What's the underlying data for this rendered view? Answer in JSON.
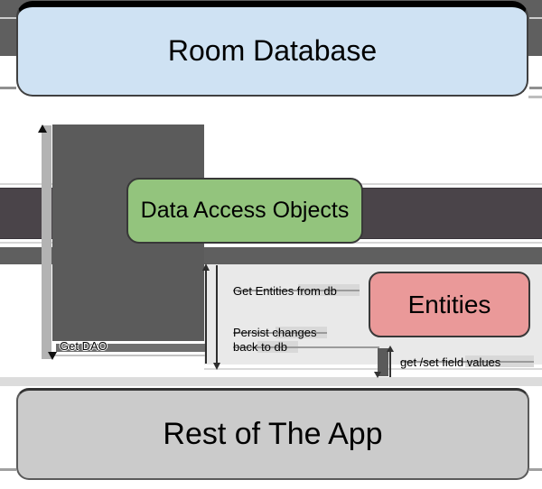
{
  "diagram": {
    "type": "architecture-diagram",
    "subject": "Room database architecture",
    "nodes": [
      {
        "id": "room-database",
        "label": "Room Database",
        "fill": "#cfe2f3"
      },
      {
        "id": "data-access-objects",
        "label": "Data Access Objects",
        "fill": "#93c47d"
      },
      {
        "id": "entities",
        "label": "Entities",
        "fill": "#ea9999"
      },
      {
        "id": "rest-of-the-app",
        "label": "Rest of The App",
        "fill": "#cbcbcb"
      }
    ],
    "edge_labels": {
      "get_dao": "Get DAO",
      "get_entities": "Get Entities from db",
      "persist_changes": "Persist changes\nback to db",
      "get_set_fields": "get /set field values"
    },
    "colors": {
      "band_medium_gray": "#5f5f5f",
      "band_dark_gray": "#4a4449",
      "block_gray": "#5b5b5b",
      "panel_light": "#e9e9e9",
      "arrow_bar_light": "#b3b3b3",
      "stripe_light": "#dcdcdc"
    }
  }
}
